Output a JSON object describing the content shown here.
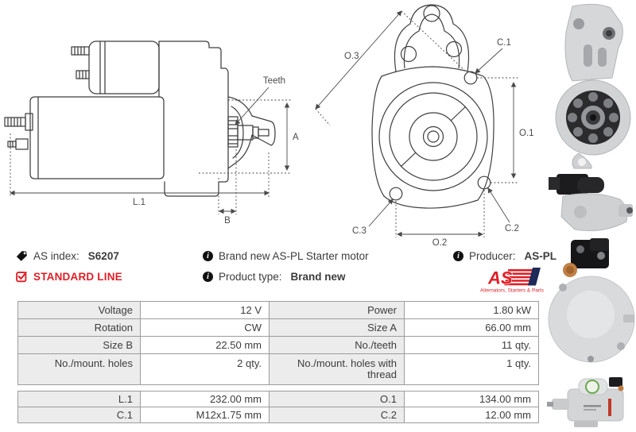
{
  "info": {
    "as_index": {
      "icon": "tag-icon",
      "label": "AS index:",
      "value": "S6207"
    },
    "standard_line": {
      "icon": "checkbox-checked-icon",
      "label": "STANDARD LINE"
    },
    "brand_new_line": {
      "icon": "info-icon",
      "text": "Brand new AS-PL Starter motor"
    },
    "product_type": {
      "icon": "info-icon",
      "label": "Product type:",
      "value": "Brand new"
    },
    "producer": {
      "icon": "info-icon",
      "label": "Producer:",
      "value": "AS-PL"
    },
    "brand_logo": {
      "text": "AS",
      "subtitle": "Alternators, Starters & Parts"
    }
  },
  "drawing_side": {
    "labels": {
      "teeth": "Teeth",
      "a": "A",
      "l1": "L.1",
      "b": "B"
    }
  },
  "drawing_front": {
    "labels": {
      "o3": "O.3",
      "c1": "C.1",
      "o1": "O.1",
      "c3": "C.3",
      "c2": "C.2",
      "o2": "O.2"
    }
  },
  "spec_table": {
    "rows": [
      [
        "Voltage",
        "12 V",
        "Power",
        "1.80 kW"
      ],
      [
        "Rotation",
        "CW",
        "Size A",
        "66.00 mm"
      ],
      [
        "Size B",
        "22.50 mm",
        "No./teeth",
        "11 qty."
      ],
      [
        "No./mount. holes",
        "2 qty.",
        "No./mount. holes with thread",
        "1 qty."
      ]
    ]
  },
  "spec_table_2": {
    "rows": [
      [
        "L.1",
        "232.00 mm",
        "O.1",
        "134.00 mm"
      ],
      [
        "C.1",
        "M12x1.75 mm",
        "C.2",
        "12.00 mm"
      ]
    ]
  },
  "colors": {
    "accent_red": "#e01e26",
    "logo_navy": "#1e2b58",
    "table_label_bg": "#ececec",
    "table_border": "#9c9c9c",
    "drawing_stroke": "#3f3f3f"
  }
}
